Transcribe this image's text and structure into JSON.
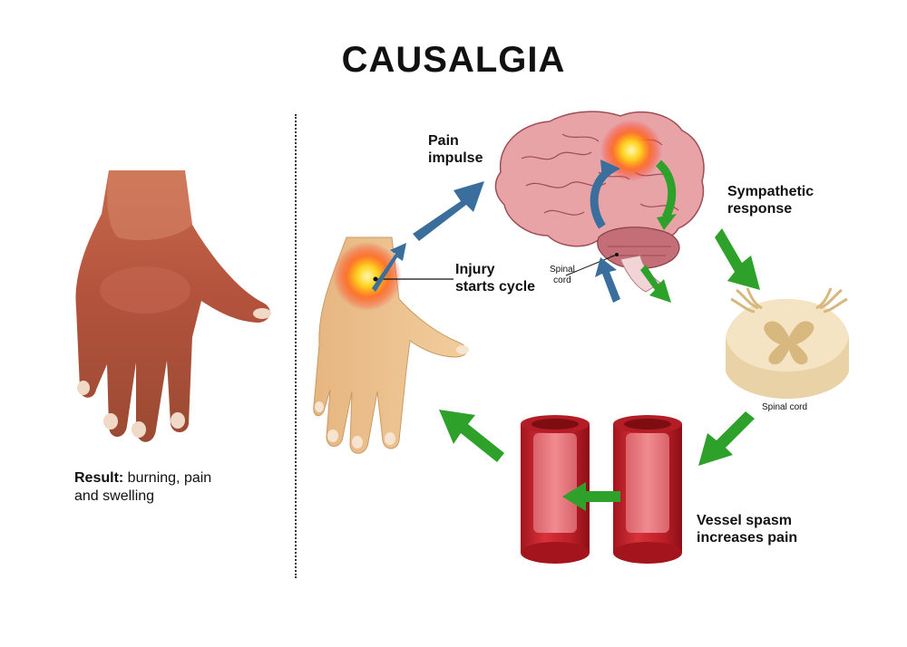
{
  "title": "CAUSALGIA",
  "labels": {
    "pain_impulse_1": "Pain",
    "pain_impulse_2": "impulse",
    "sympathetic_1": "Sympathetic",
    "sympathetic_2": "response",
    "injury_1": "Injury",
    "injury_2": "starts cycle",
    "spinal_cord_small_1": "Spinal",
    "spinal_cord_small_2": "cord",
    "spinal_cord_section": "Spinal cord",
    "vessel_1": "Vessel spasm",
    "vessel_2": "increases pain"
  },
  "result": {
    "bold": "Result:",
    "line1_rest": " burning, pain",
    "line2": "and swelling"
  },
  "colors": {
    "blue_arrow": "#3a6e9c",
    "green_arrow": "#2ea12a",
    "skin": "#e9bf8c",
    "inflamed_skin": "#b5563e",
    "brain": "#e8a3a6",
    "vessel": "#c0262f",
    "cord_section": "#f5e4c4"
  }
}
